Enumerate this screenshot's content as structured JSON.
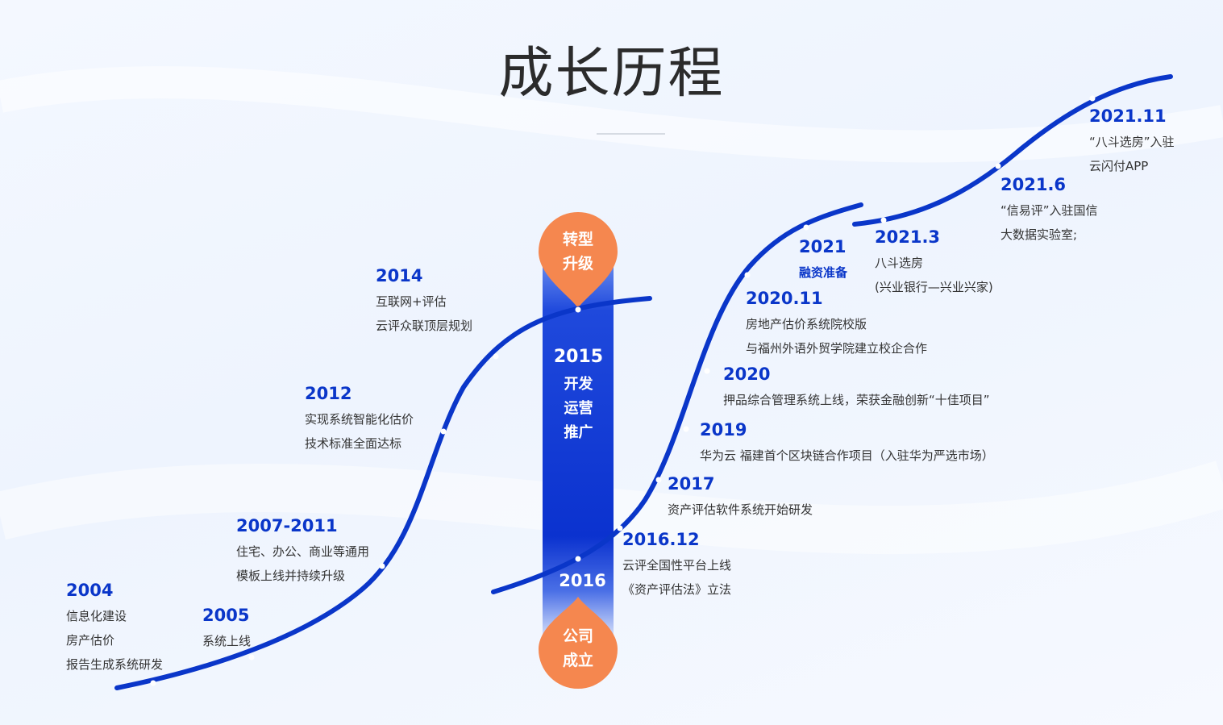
{
  "title": "成长历程",
  "colors": {
    "curve": "#0a36c9",
    "accent": "#f5874f",
    "text": "#333333",
    "title": "#2b2b2b"
  },
  "pillar": {
    "top_label": [
      "转型",
      "升级"
    ],
    "year": "2015",
    "lines": [
      "开发",
      "运营",
      "推广"
    ],
    "bottom_year": "2016",
    "bottom_label": [
      "公司",
      "成立"
    ]
  },
  "events": [
    {
      "year": "2004",
      "lines": [
        "信息化建设",
        "房产估价",
        "报告生成系统研发"
      ]
    },
    {
      "year": "2005",
      "lines": [
        "系统上线"
      ]
    },
    {
      "year": "2007-2011",
      "lines": [
        "住宅、办公、商业等通用",
        "模板上线并持续升级"
      ]
    },
    {
      "year": "2012",
      "lines": [
        "实现系统智能化估价",
        "技术标准全面达标"
      ]
    },
    {
      "year": "2014",
      "lines": [
        "互联网+评估",
        "云评众联顶层规划"
      ]
    },
    {
      "year": "2016.12",
      "lines": [
        "云评全国性平台上线",
        "《资产评估法》立法"
      ]
    },
    {
      "year": "2017",
      "lines": [
        "资产评估软件系统开始研发"
      ]
    },
    {
      "year": "2019",
      "lines": [
        "华为云  福建首个区块链合作项目（入驻华为严选市场）"
      ]
    },
    {
      "year": "2020",
      "lines": [
        "押品综合管理系统上线，荣获金融创新“十佳项目”"
      ]
    },
    {
      "year": "2020.11",
      "lines": [
        "房地产估价系统院校版",
        "与福州外语外贸学院建立校企合作"
      ]
    },
    {
      "year": "2021",
      "lines": [
        "融资准备"
      ]
    },
    {
      "year": "2021.3",
      "lines": [
        "八斗选房",
        "(兴业银行—兴业兴家)"
      ]
    },
    {
      "year": "2021.6",
      "lines": [
        "“信易评”入驻国信",
        "大数据实验室;"
      ]
    },
    {
      "year": "2021.11",
      "lines": [
        "“八斗选房”入驻",
        "云闪付APP"
      ]
    }
  ]
}
